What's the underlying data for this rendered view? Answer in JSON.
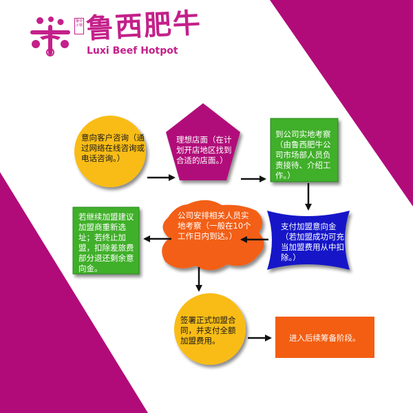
{
  "brand": {
    "name_cn": "鲁西肥牛",
    "name_en": "Luxi Beef Hotpot",
    "stamp_text": "鲁中火锅"
  },
  "colors": {
    "magenta": "#b10b7a",
    "yellow": "#f9bc12",
    "green": "#3faf2a",
    "blue": "#1616c8",
    "orange": "#f35e12",
    "white": "#ffffff"
  },
  "steps": {
    "inquiry": "意向客户咨询（通过网络在线咨询或电话咨询。）",
    "ideal_store": "理想店面（在计划开店地区找到合适的店面。）",
    "site_visit": "到公司实地考察（由鲁西肥牛公司市场部人员负责接待、介绍工作。）",
    "deposit": "支付加盟意向金（若加盟成功可充当加盟费用从中扣除。）",
    "company_inspection": "公司安排相关人员实地考察（一般在10个工作日内到达。）",
    "outcome": "若继续加盟建议加盟商重新选址；若终止加盟，扣除差旅费部分退还剩余意向金。",
    "contract": "签署正式加盟合同，并支付全额加盟费用。",
    "preparation": "进入后续筹备阶段。"
  }
}
